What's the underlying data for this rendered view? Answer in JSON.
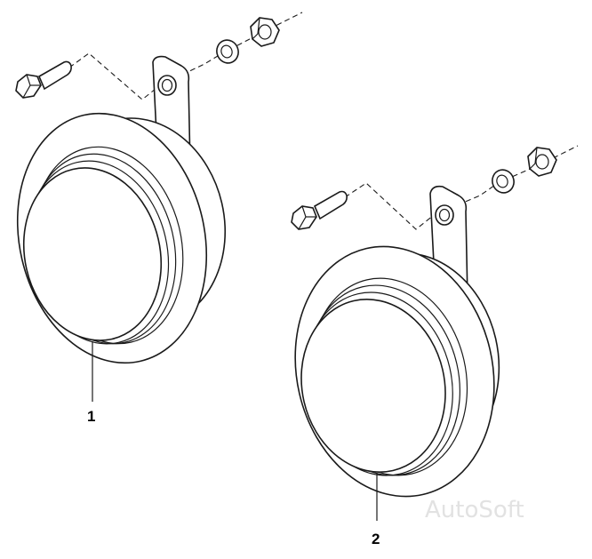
{
  "callouts": {
    "horn_1": "1",
    "horn_2": "2"
  },
  "watermark": "AutoSoft",
  "colors": {
    "line": "#1a1a1a",
    "background": "#ffffff",
    "watermark": "#e2e2e2"
  },
  "parts": [
    {
      "id": "horn-1",
      "type": "horn",
      "callout": "1"
    },
    {
      "id": "horn-2",
      "type": "horn",
      "callout": "2"
    }
  ]
}
